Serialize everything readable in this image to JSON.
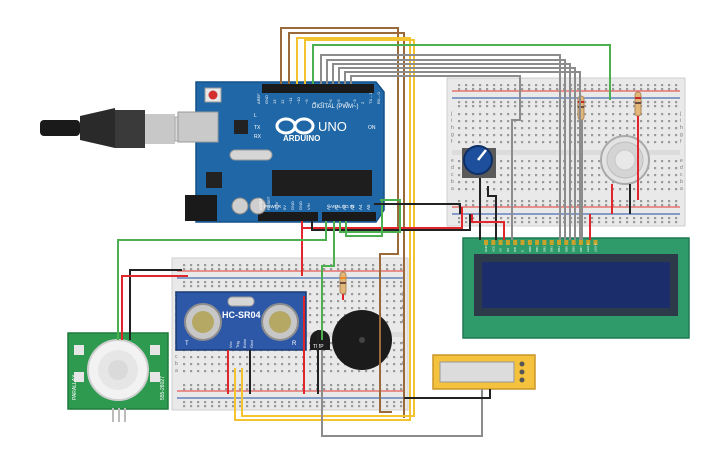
{
  "arduino": {
    "brand": "ARDUINO",
    "model": "UNO",
    "digital_label": "DIGITAL (PWM~)",
    "tx_label": "TX",
    "rx_label": "RX",
    "on_label": "ON",
    "l_label": "L",
    "aref_label": "AREF",
    "gnd_label": "GND",
    "power_label": "POWER",
    "analog_label": "ANALOG IN",
    "power_pins": [
      "IOREF",
      "RESET",
      "3.3V",
      "5V",
      "GND",
      "GND",
      "VIN"
    ],
    "analog_pins": [
      "A0",
      "A1",
      "A2",
      "A3",
      "A4",
      "A5"
    ],
    "digital_pins": [
      "13",
      "12",
      "~11",
      "~10",
      "~9",
      "8",
      "7",
      "~6",
      "~5",
      "4",
      "~3",
      "2",
      "TX→1",
      "RX←0"
    ],
    "colors": {
      "board": "#1f67a6",
      "board_edge": "#155087"
    }
  },
  "ultrasonic": {
    "label": "HC-SR04",
    "pin_labels": [
      "Vcc",
      "Trig",
      "Echo",
      "Gnd"
    ],
    "left_mark": "T",
    "right_mark": "R"
  },
  "temp_sensor": {
    "label": "TMP"
  },
  "pir": {
    "side_label_left": "PARALLAX",
    "side_label_right": "555-28027"
  },
  "breadboard": {
    "row_letters": [
      "a",
      "b",
      "c",
      "d",
      "e",
      "f",
      "g",
      "h",
      "i",
      "j"
    ]
  },
  "lcd": {
    "pin_labels": [
      "GND",
      "VCC",
      "V0",
      "RS",
      "RW",
      "E",
      "DB0",
      "DB1",
      "DB2",
      "DB3",
      "DB4",
      "DB5",
      "DB6",
      "DB7",
      "LED A",
      "LED K"
    ]
  },
  "wire_colors": {
    "brown": "#9b6a3a",
    "yellow": "#f4c430",
    "gray": "#8c8c8c",
    "green": "#4caf50",
    "red": "#e0262b",
    "black": "#222222",
    "orange": "#f08a24"
  }
}
